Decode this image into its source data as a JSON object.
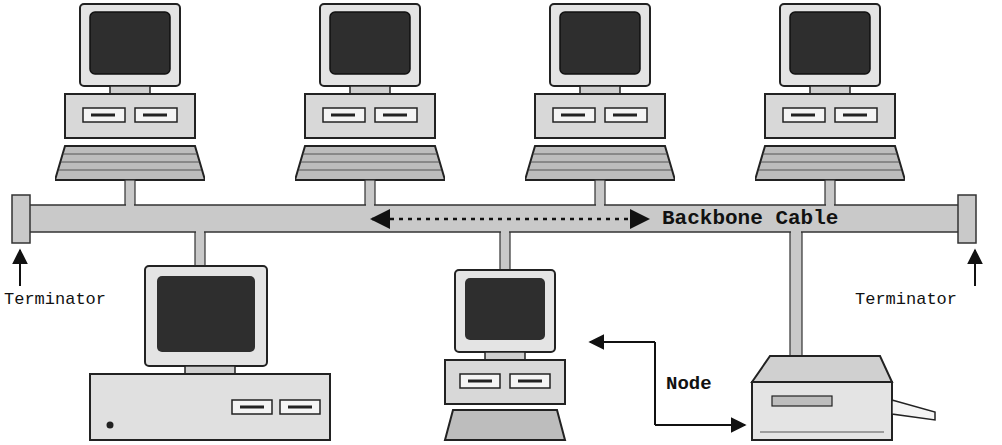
{
  "diagram": {
    "labels": [
      "Backbone Cable",
      "Terminator",
      "Terminator",
      "Node"
    ]
  }
}
